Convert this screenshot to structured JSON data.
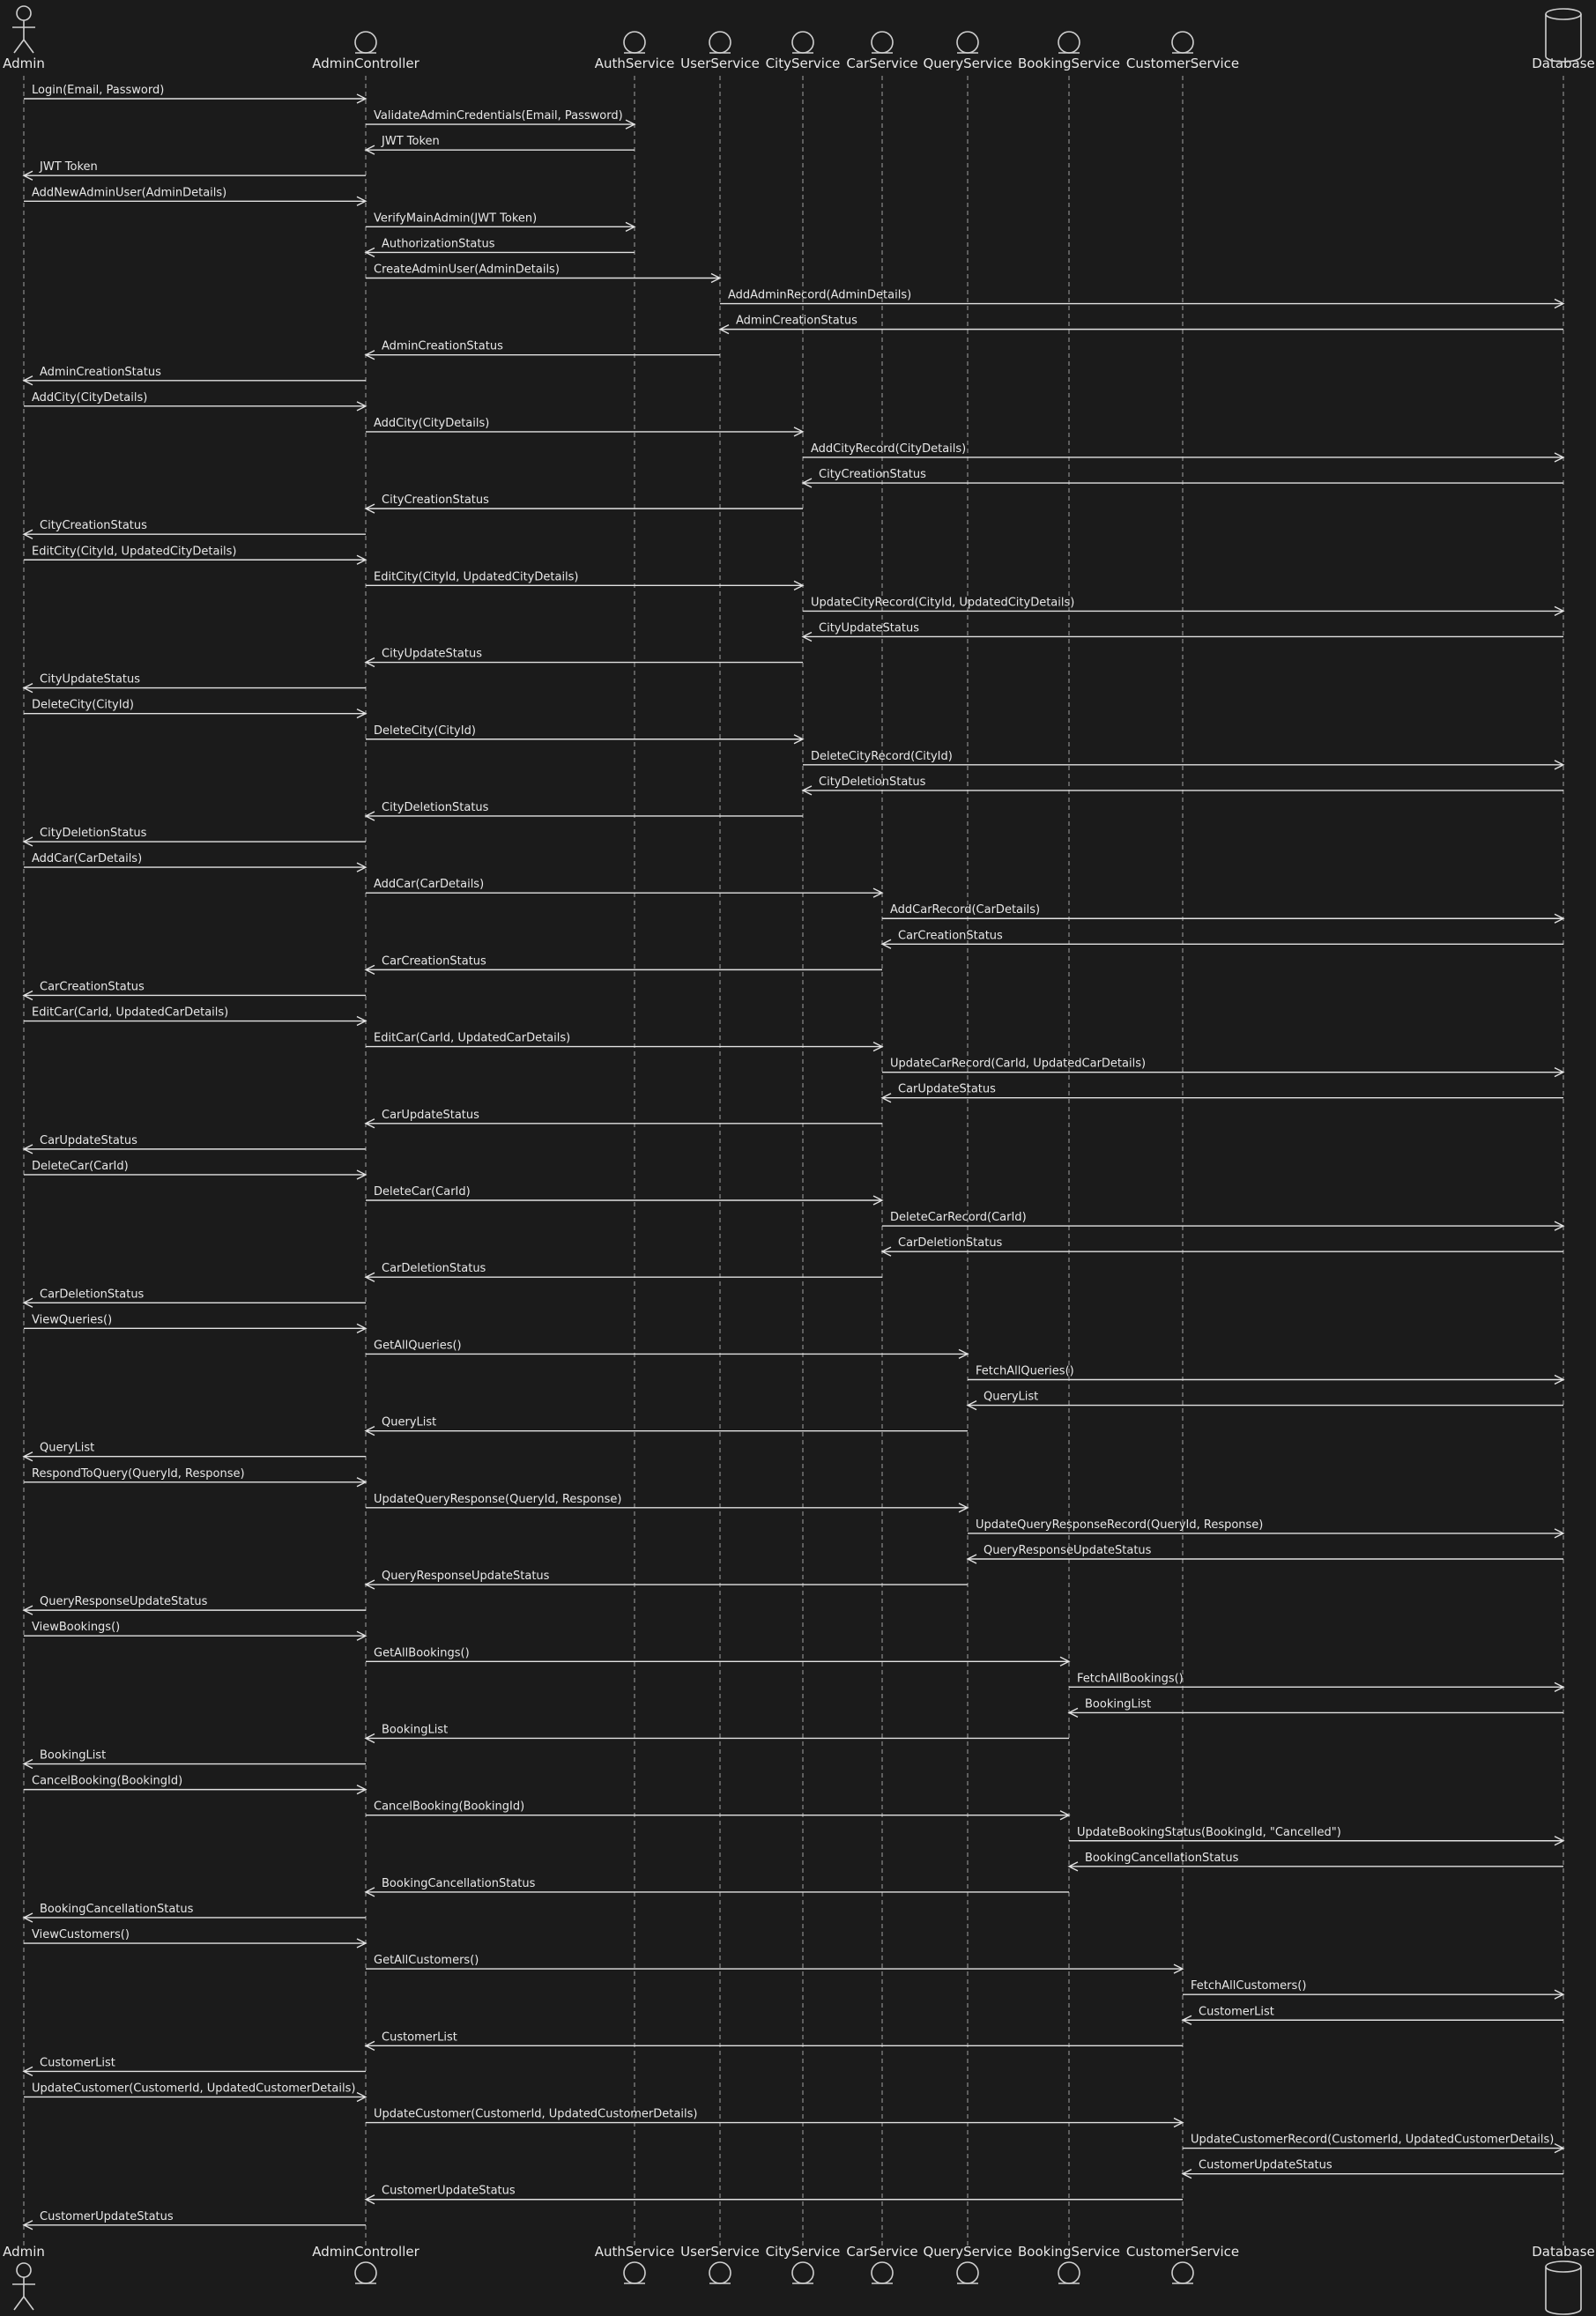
{
  "participants": [
    {
      "id": "admin",
      "name": "Admin",
      "kind": "actor-icon"
    },
    {
      "id": "adminController",
      "name": "AdminController",
      "kind": "entity-circle-icon"
    },
    {
      "id": "authService",
      "name": "AuthService",
      "kind": "entity-circle-icon"
    },
    {
      "id": "userService",
      "name": "UserService",
      "kind": "entity-circle-icon"
    },
    {
      "id": "cityService",
      "name": "CityService",
      "kind": "entity-circle-icon"
    },
    {
      "id": "carService",
      "name": "CarService",
      "kind": "entity-circle-icon"
    },
    {
      "id": "queryService",
      "name": "QueryService",
      "kind": "entity-circle-icon"
    },
    {
      "id": "bookingService",
      "name": "BookingService",
      "kind": "entity-circle-icon"
    },
    {
      "id": "customerService",
      "name": "CustomerService",
      "kind": "entity-circle-icon"
    },
    {
      "id": "database",
      "name": "Database",
      "kind": "database-cylinder-icon"
    }
  ],
  "messages": [
    {
      "from": "admin",
      "to": "adminController",
      "label": "Login(Email, Password)"
    },
    {
      "from": "adminController",
      "to": "authService",
      "label": "ValidateAdminCredentials(Email, Password)"
    },
    {
      "from": "authService",
      "to": "adminController",
      "label": "JWT Token"
    },
    {
      "from": "adminController",
      "to": "admin",
      "label": "JWT Token"
    },
    {
      "from": "admin",
      "to": "adminController",
      "label": "AddNewAdminUser(AdminDetails)"
    },
    {
      "from": "adminController",
      "to": "authService",
      "label": "VerifyMainAdmin(JWT Token)"
    },
    {
      "from": "authService",
      "to": "adminController",
      "label": "AuthorizationStatus"
    },
    {
      "from": "adminController",
      "to": "userService",
      "label": "CreateAdminUser(AdminDetails)"
    },
    {
      "from": "userService",
      "to": "database",
      "label": "AddAdminRecord(AdminDetails)"
    },
    {
      "from": "database",
      "to": "userService",
      "label": "AdminCreationStatus"
    },
    {
      "from": "userService",
      "to": "adminController",
      "label": "AdminCreationStatus"
    },
    {
      "from": "adminController",
      "to": "admin",
      "label": "AdminCreationStatus"
    },
    {
      "from": "admin",
      "to": "adminController",
      "label": "AddCity(CityDetails)"
    },
    {
      "from": "adminController",
      "to": "cityService",
      "label": "AddCity(CityDetails)"
    },
    {
      "from": "cityService",
      "to": "database",
      "label": "AddCityRecord(CityDetails)"
    },
    {
      "from": "database",
      "to": "cityService",
      "label": "CityCreationStatus"
    },
    {
      "from": "cityService",
      "to": "adminController",
      "label": "CityCreationStatus"
    },
    {
      "from": "adminController",
      "to": "admin",
      "label": "CityCreationStatus"
    },
    {
      "from": "admin",
      "to": "adminController",
      "label": "EditCity(CityId, UpdatedCityDetails)"
    },
    {
      "from": "adminController",
      "to": "cityService",
      "label": "EditCity(CityId, UpdatedCityDetails)"
    },
    {
      "from": "cityService",
      "to": "database",
      "label": "UpdateCityRecord(CityId, UpdatedCityDetails)"
    },
    {
      "from": "database",
      "to": "cityService",
      "label": "CityUpdateStatus"
    },
    {
      "from": "cityService",
      "to": "adminController",
      "label": "CityUpdateStatus"
    },
    {
      "from": "adminController",
      "to": "admin",
      "label": "CityUpdateStatus"
    },
    {
      "from": "admin",
      "to": "adminController",
      "label": "DeleteCity(CityId)"
    },
    {
      "from": "adminController",
      "to": "cityService",
      "label": "DeleteCity(CityId)"
    },
    {
      "from": "cityService",
      "to": "database",
      "label": "DeleteCityRecord(CityId)"
    },
    {
      "from": "database",
      "to": "cityService",
      "label": "CityDeletionStatus"
    },
    {
      "from": "cityService",
      "to": "adminController",
      "label": "CityDeletionStatus"
    },
    {
      "from": "adminController",
      "to": "admin",
      "label": "CityDeletionStatus"
    },
    {
      "from": "admin",
      "to": "adminController",
      "label": "AddCar(CarDetails)"
    },
    {
      "from": "adminController",
      "to": "carService",
      "label": "AddCar(CarDetails)"
    },
    {
      "from": "carService",
      "to": "database",
      "label": "AddCarRecord(CarDetails)"
    },
    {
      "from": "database",
      "to": "carService",
      "label": "CarCreationStatus"
    },
    {
      "from": "carService",
      "to": "adminController",
      "label": "CarCreationStatus"
    },
    {
      "from": "adminController",
      "to": "admin",
      "label": "CarCreationStatus"
    },
    {
      "from": "admin",
      "to": "adminController",
      "label": "EditCar(CarId, UpdatedCarDetails)"
    },
    {
      "from": "adminController",
      "to": "carService",
      "label": "EditCar(CarId, UpdatedCarDetails)"
    },
    {
      "from": "carService",
      "to": "database",
      "label": "UpdateCarRecord(CarId, UpdatedCarDetails)"
    },
    {
      "from": "database",
      "to": "carService",
      "label": "CarUpdateStatus"
    },
    {
      "from": "carService",
      "to": "adminController",
      "label": "CarUpdateStatus"
    },
    {
      "from": "adminController",
      "to": "admin",
      "label": "CarUpdateStatus"
    },
    {
      "from": "admin",
      "to": "adminController",
      "label": "DeleteCar(CarId)"
    },
    {
      "from": "adminController",
      "to": "carService",
      "label": "DeleteCar(CarId)"
    },
    {
      "from": "carService",
      "to": "database",
      "label": "DeleteCarRecord(CarId)"
    },
    {
      "from": "database",
      "to": "carService",
      "label": "CarDeletionStatus"
    },
    {
      "from": "carService",
      "to": "adminController",
      "label": "CarDeletionStatus"
    },
    {
      "from": "adminController",
      "to": "admin",
      "label": "CarDeletionStatus"
    },
    {
      "from": "admin",
      "to": "adminController",
      "label": "ViewQueries()"
    },
    {
      "from": "adminController",
      "to": "queryService",
      "label": "GetAllQueries()"
    },
    {
      "from": "queryService",
      "to": "database",
      "label": "FetchAllQueries()"
    },
    {
      "from": "database",
      "to": "queryService",
      "label": "QueryList"
    },
    {
      "from": "queryService",
      "to": "adminController",
      "label": "QueryList"
    },
    {
      "from": "adminController",
      "to": "admin",
      "label": "QueryList"
    },
    {
      "from": "admin",
      "to": "adminController",
      "label": "RespondToQuery(QueryId, Response)"
    },
    {
      "from": "adminController",
      "to": "queryService",
      "label": "UpdateQueryResponse(QueryId, Response)"
    },
    {
      "from": "queryService",
      "to": "database",
      "label": "UpdateQueryResponseRecord(QueryId, Response)"
    },
    {
      "from": "database",
      "to": "queryService",
      "label": "QueryResponseUpdateStatus"
    },
    {
      "from": "queryService",
      "to": "adminController",
      "label": "QueryResponseUpdateStatus"
    },
    {
      "from": "adminController",
      "to": "admin",
      "label": "QueryResponseUpdateStatus"
    },
    {
      "from": "admin",
      "to": "adminController",
      "label": "ViewBookings()"
    },
    {
      "from": "adminController",
      "to": "bookingService",
      "label": "GetAllBookings()"
    },
    {
      "from": "bookingService",
      "to": "database",
      "label": "FetchAllBookings()"
    },
    {
      "from": "database",
      "to": "bookingService",
      "label": "BookingList"
    },
    {
      "from": "bookingService",
      "to": "adminController",
      "label": "BookingList"
    },
    {
      "from": "adminController",
      "to": "admin",
      "label": "BookingList"
    },
    {
      "from": "admin",
      "to": "adminController",
      "label": "CancelBooking(BookingId)"
    },
    {
      "from": "adminController",
      "to": "bookingService",
      "label": "CancelBooking(BookingId)"
    },
    {
      "from": "bookingService",
      "to": "database",
      "label": "UpdateBookingStatus(BookingId, \"Cancelled\")"
    },
    {
      "from": "database",
      "to": "bookingService",
      "label": "BookingCancellationStatus"
    },
    {
      "from": "bookingService",
      "to": "adminController",
      "label": "BookingCancellationStatus"
    },
    {
      "from": "adminController",
      "to": "admin",
      "label": "BookingCancellationStatus"
    },
    {
      "from": "admin",
      "to": "adminController",
      "label": "ViewCustomers()"
    },
    {
      "from": "adminController",
      "to": "customerService",
      "label": "GetAllCustomers()"
    },
    {
      "from": "customerService",
      "to": "database",
      "label": "FetchAllCustomers()"
    },
    {
      "from": "database",
      "to": "customerService",
      "label": "CustomerList"
    },
    {
      "from": "customerService",
      "to": "adminController",
      "label": "CustomerList"
    },
    {
      "from": "adminController",
      "to": "admin",
      "label": "CustomerList"
    },
    {
      "from": "admin",
      "to": "adminController",
      "label": "UpdateCustomer(CustomerId, UpdatedCustomerDetails)"
    },
    {
      "from": "adminController",
      "to": "customerService",
      "label": "UpdateCustomer(CustomerId, UpdatedCustomerDetails)"
    },
    {
      "from": "customerService",
      "to": "database",
      "label": "UpdateCustomerRecord(CustomerId, UpdatedCustomerDetails)"
    },
    {
      "from": "database",
      "to": "customerService",
      "label": "CustomerUpdateStatus"
    },
    {
      "from": "customerService",
      "to": "adminController",
      "label": "CustomerUpdateStatus"
    },
    {
      "from": "adminController",
      "to": "admin",
      "label": "CustomerUpdateStatus"
    }
  ],
  "colors": {
    "background": "#1b1b1b",
    "line": "#e2e2e2",
    "lifeline": "#8a8a8a",
    "text": "#e8e8e8",
    "icon": "#cfcfcf"
  }
}
